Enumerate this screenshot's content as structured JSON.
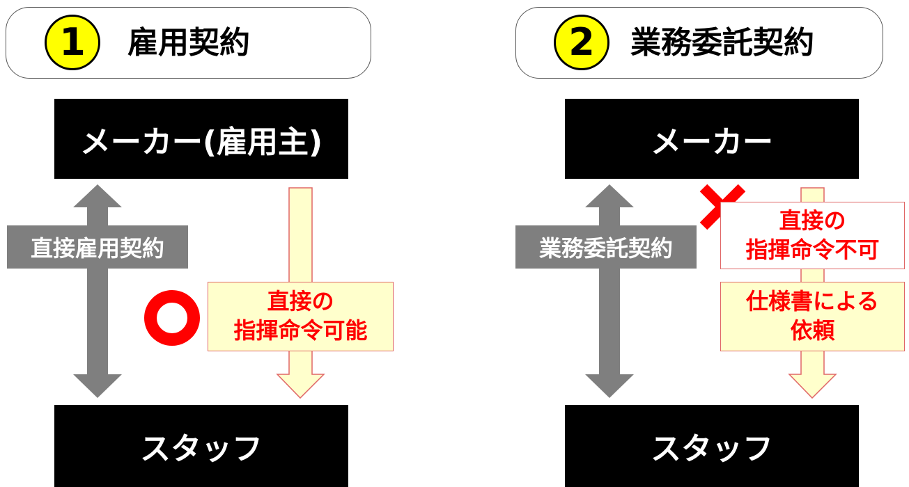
{
  "colors": {
    "circle_yellow": "#ffff00",
    "box_black": "#000000",
    "arrow_gray": "#7f7f7f",
    "note_yellow": "#ffffcc",
    "accent_red": "#ff0000"
  },
  "left": {
    "number": "1",
    "title": "雇用契約",
    "top_box": "メーカー(雇用主)",
    "bottom_box": "スタッフ",
    "relation_label": "直接雇用契約",
    "mark": "circle",
    "instruction_lines": [
      "直接の",
      "指揮命令可能"
    ]
  },
  "right": {
    "number": "2",
    "title": "業務委託契約",
    "top_box": "メーカー",
    "bottom_box": "スタッフ",
    "relation_label": "業務委託契約",
    "mark": "cross",
    "instruction_lines": [
      "直接の",
      "指揮命令不可"
    ],
    "request_lines": [
      "仕様書による",
      "依頼"
    ]
  }
}
